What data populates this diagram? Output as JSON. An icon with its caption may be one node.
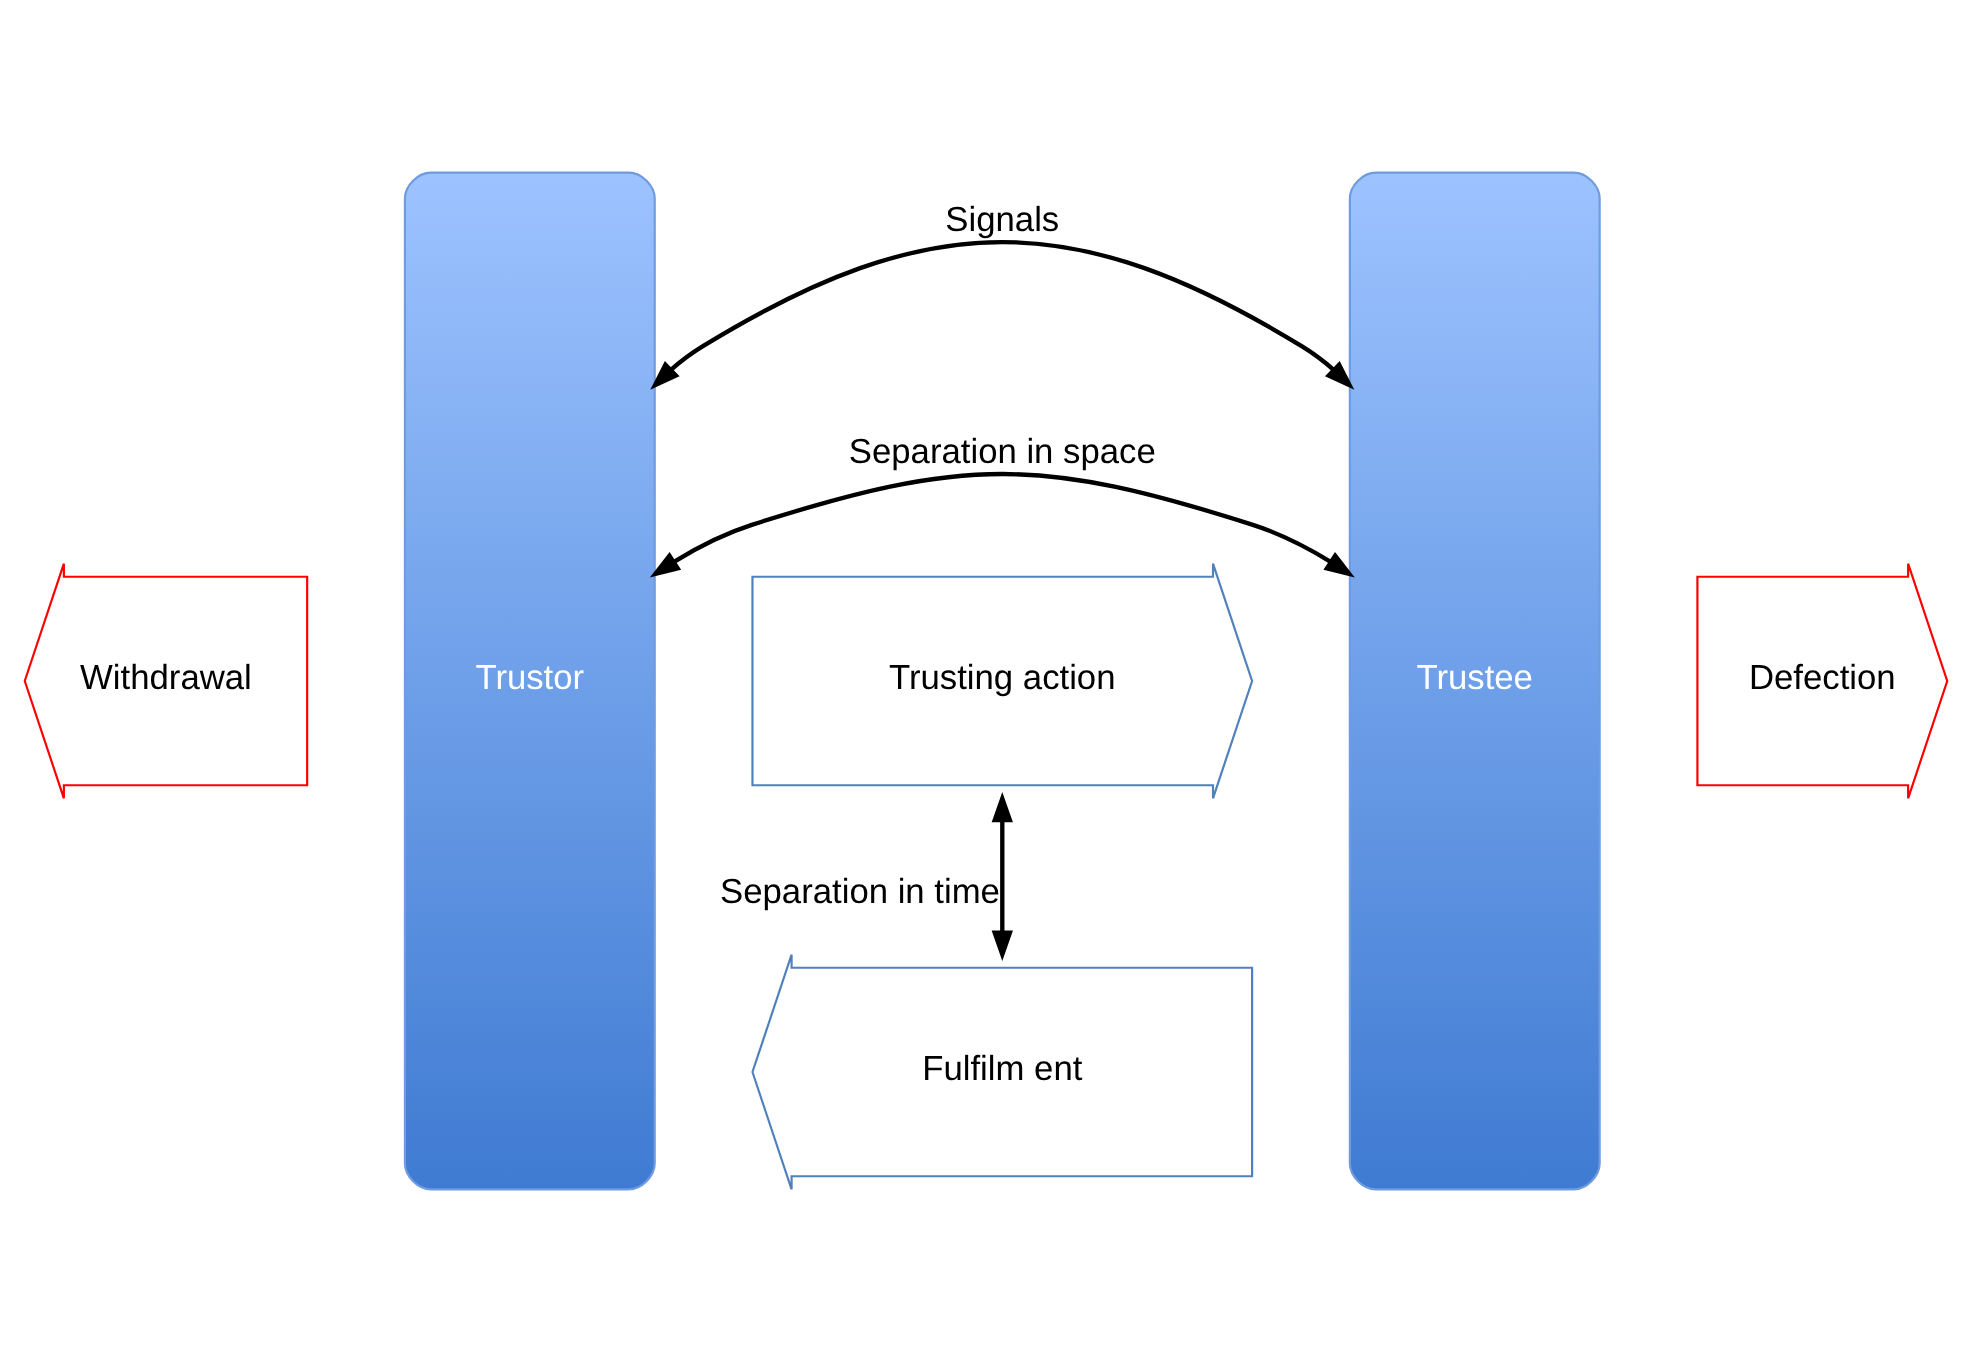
{
  "diagram": {
    "nodes": [
      {
        "text": [
          "Trustor"
        ]
      },
      {
        "text": [
          "Trustee"
        ]
      },
      {
        "text": [
          "Withdrawal"
        ]
      },
      {
        "text": [
          "Trusting action"
        ]
      },
      {
        "text": [
          "Fulfilm ent"
        ]
      },
      {
        "text": [
          "Defection"
        ]
      }
    ],
    "edges": [
      {
        "from": 0,
        "to": 1,
        "arrow": "both",
        "label": "Signals"
      },
      {
        "from": 0,
        "to": 1,
        "arrow": "both",
        "label": "Separation in space"
      },
      {
        "from": 3,
        "to": 4,
        "arrow": "both",
        "label": "Separation in time"
      }
    ]
  }
}
